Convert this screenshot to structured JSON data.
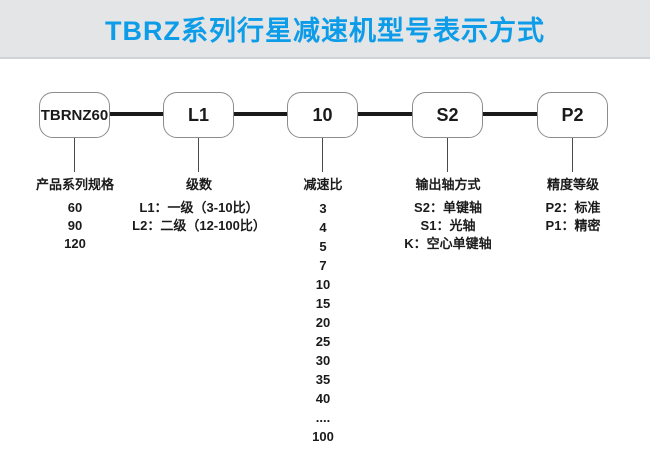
{
  "header": {
    "title": "TBRZ系列行星减速机型号表示方式"
  },
  "colors": {
    "title_blue": "#0d9ce8",
    "header_bg": "#e3e5e7",
    "text": "#1a1a1a",
    "box_border": "#8c8c8c"
  },
  "model_boxes": [
    {
      "label": "TBRNZ60"
    },
    {
      "label": "L1"
    },
    {
      "label": "10"
    },
    {
      "label": "S2"
    },
    {
      "label": "P2"
    }
  ],
  "columns": [
    {
      "header": "产品系列规格",
      "items": [
        "60",
        "90",
        "120"
      ]
    },
    {
      "header": "级数",
      "items": [
        "L1：一级（3-10比）",
        "L2：二级（12-100比）"
      ]
    },
    {
      "header": "减速比",
      "items": [
        "3",
        "4",
        "5",
        "7",
        "10",
        "15",
        "20",
        "25",
        "30",
        "35",
        "40",
        "....",
        "100"
      ]
    },
    {
      "header": "输出轴方式",
      "items": [
        "S2：单键轴",
        "S1：光轴",
        "K：空心单键轴"
      ]
    },
    {
      "header": "精度等级",
      "items": [
        "P2：标准",
        "P1：精密"
      ]
    }
  ]
}
